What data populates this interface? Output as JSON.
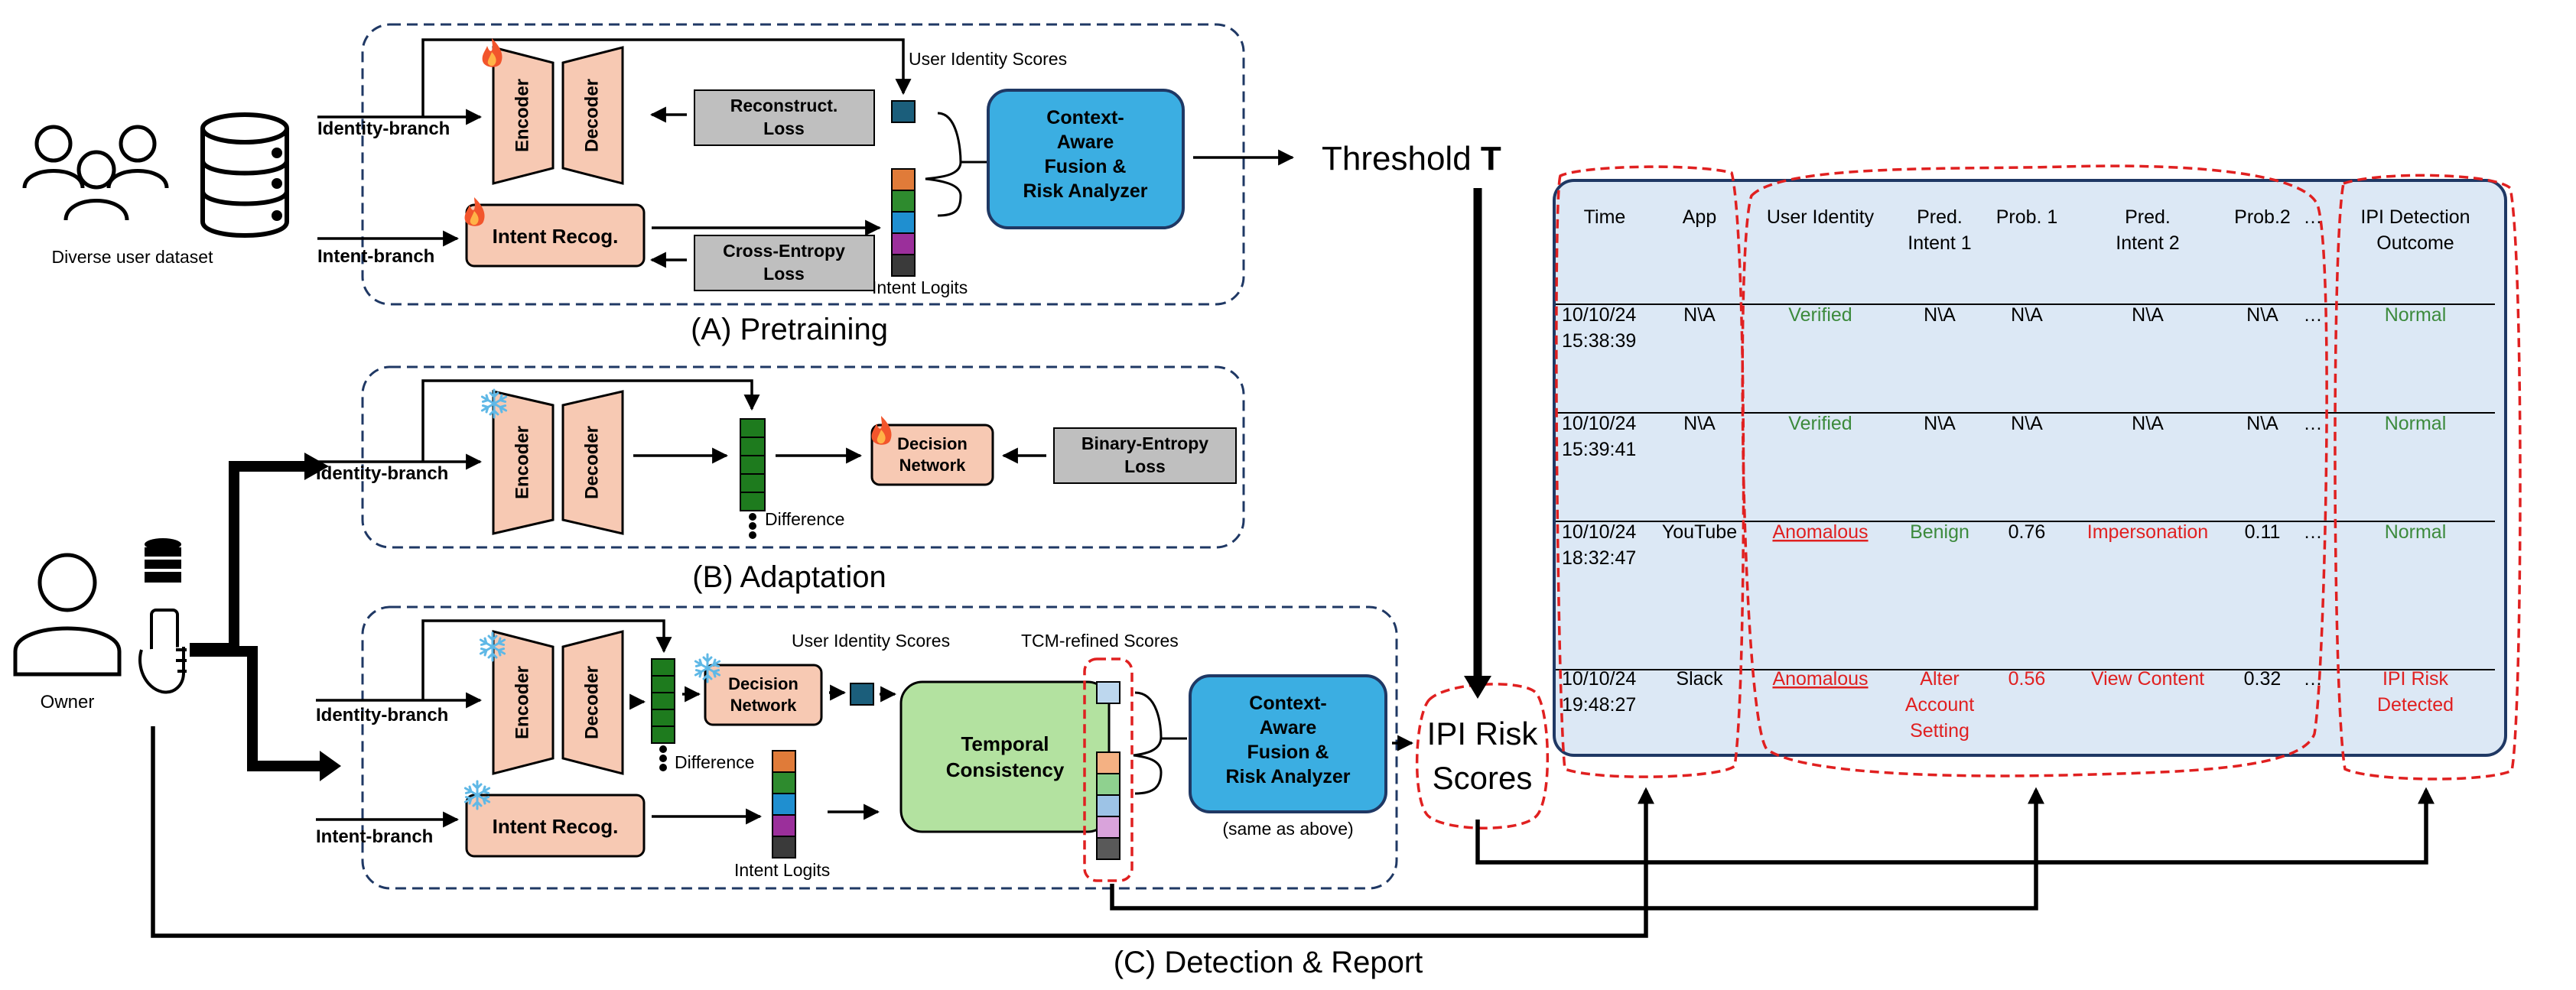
{
  "colors": {
    "salmon": "#F7C9B3",
    "gray_box": "#BFBFBF",
    "fusion_blue": "#3BAEE2",
    "temporal_green": "#B3E2A0",
    "table_bg": "#DCE8F5",
    "dark_navy": "#1F3864",
    "red_dash": "#E02020",
    "verified_green": "#3C8A3C",
    "alert_red": "#E02020",
    "teal_square": "#1B5E7B",
    "light_square": "#BDD7EE",
    "stack_green": "#1E7B1E",
    "logit_colors": [
      "#E07B39",
      "#2E8B2E",
      "#1F8FD0",
      "#9B2F9B",
      "#3A3A3A"
    ],
    "refined_colors": [
      "#F4B183",
      "#8FD18F",
      "#9DC3E6",
      "#D9A3DB",
      "#595959"
    ]
  },
  "icons": {
    "users": "users-group-icon",
    "database": "database-icon",
    "owner": "person-icon",
    "phone": "hand-phone-icon",
    "fire": "fire-icon",
    "snow": "snowflake-icon"
  },
  "sectionA": {
    "caption": "(A) Pretraining",
    "dataset_label": "Diverse user dataset",
    "identity_branch": "Identity-branch",
    "intent_branch": "Intent-branch",
    "encoder": "Encoder",
    "decoder": "Decoder",
    "intent_recog": "Intent Recog.",
    "recon_loss": [
      "Reconstruct.",
      "Loss"
    ],
    "ce_loss": [
      "Cross-Entropy",
      "Loss"
    ],
    "user_identity_scores": "User Identity Scores",
    "intent_logits": "Intent Logits",
    "fusion": [
      "Context-",
      "Aware",
      "Fusion &",
      "Risk Analyzer"
    ],
    "threshold": "Threshold ",
    "threshold_symbol": "T"
  },
  "sectionB": {
    "caption": "(B) Adaptation",
    "identity_branch": "Identity-branch",
    "encoder": "Encoder",
    "decoder": "Decoder",
    "difference": "Difference",
    "decision_network": [
      "Decision",
      "Network"
    ],
    "binary_loss": [
      "Binary-Entropy",
      "Loss"
    ]
  },
  "sectionC": {
    "caption": "(C) Detection & Report",
    "owner_label": "Owner",
    "identity_branch": "Identity-branch",
    "intent_branch": "Intent-branch",
    "encoder": "Encoder",
    "decoder": "Decoder",
    "difference": "Difference",
    "decision_network": [
      "Decision",
      "Network"
    ],
    "intent_recog": "Intent Recog.",
    "intent_logits": "Intent Logits",
    "user_identity_scores": "User Identity Scores",
    "tcm_scores": "TCM-refined Scores",
    "temporal": [
      "Temporal",
      "Consistency"
    ],
    "fusion": [
      "Context-",
      "Aware",
      "Fusion &",
      "Risk Analyzer"
    ],
    "same_as_above": "(same as above)",
    "ipi_scores": [
      "IPI Risk",
      "Scores"
    ]
  },
  "table": {
    "headers": [
      [
        "Time"
      ],
      [
        "App"
      ],
      [
        "User Identity"
      ],
      [
        "Pred.",
        "Intent 1"
      ],
      [
        "Prob. 1"
      ],
      [
        "Pred.",
        "Intent 2"
      ],
      [
        "Prob.2"
      ],
      [
        "…"
      ],
      [
        "IPI Detection",
        "Outcome"
      ]
    ],
    "rows": [
      {
        "time": [
          "10/10/24",
          "15:38:39"
        ],
        "app": "N\\A",
        "identity": "Verified",
        "intent1": [
          "N\\A"
        ],
        "prob1": "N\\A",
        "intent2": "N\\A",
        "prob2": "N\\A",
        "more": "…",
        "outcome": [
          "Normal"
        ],
        "identity_status": "ok",
        "intent1_status": "plain",
        "prob1_status": "plain",
        "intent2_status": "plain",
        "prob2_status": "plain",
        "outcome_status": "ok"
      },
      {
        "time": [
          "10/10/24",
          "15:39:41"
        ],
        "app": "N\\A",
        "identity": "Verified",
        "intent1": [
          "N\\A"
        ],
        "prob1": "N\\A",
        "intent2": "N\\A",
        "prob2": "N\\A",
        "more": "…",
        "outcome": [
          "Normal"
        ],
        "identity_status": "ok",
        "intent1_status": "plain",
        "prob1_status": "plain",
        "intent2_status": "plain",
        "prob2_status": "plain",
        "outcome_status": "ok"
      },
      {
        "time": [
          "10/10/24",
          "18:32:47"
        ],
        "app": "YouTube",
        "identity": "Anomalous",
        "intent1": [
          "Benign"
        ],
        "prob1": "0.76",
        "intent2": "Impersonation",
        "prob2": "0.11",
        "more": "…",
        "outcome": [
          "Normal"
        ],
        "identity_status": "alert",
        "intent1_status": "ok",
        "prob1_status": "plain",
        "intent2_status": "alert",
        "prob2_status": "plain",
        "outcome_status": "ok"
      },
      {
        "time": [
          "10/10/24",
          "19:48:27"
        ],
        "app": "Slack",
        "identity": "Anomalous",
        "intent1": [
          "Alter",
          "Account",
          "Setting"
        ],
        "prob1": "0.56",
        "intent2": "View Content",
        "prob2": "0.32",
        "more": "…",
        "outcome": [
          "IPI Risk",
          "Detected"
        ],
        "identity_status": "alert",
        "intent1_status": "alert",
        "prob1_status": "alert",
        "intent2_status": "alert",
        "prob2_status": "plain",
        "outcome_status": "alert"
      }
    ]
  }
}
